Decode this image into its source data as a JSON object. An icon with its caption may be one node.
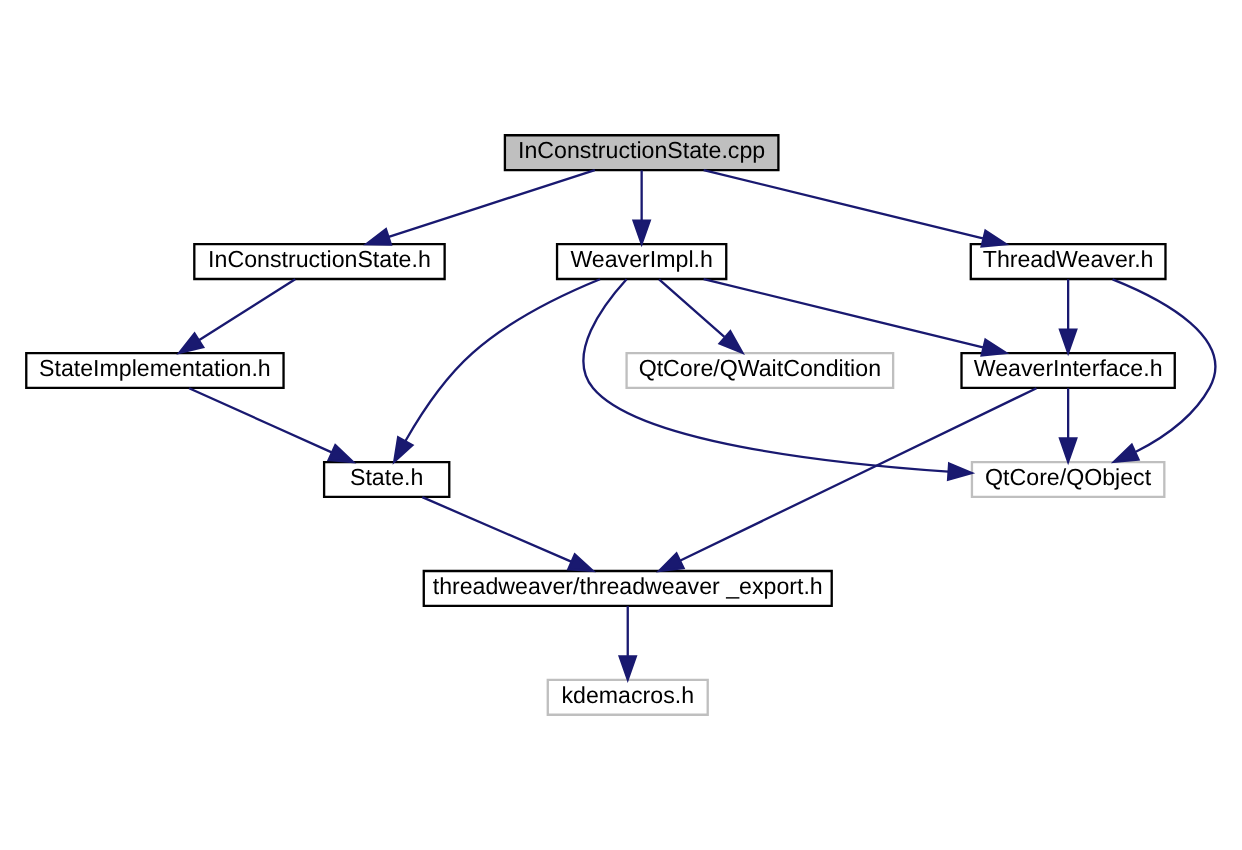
{
  "diagram": {
    "nodes": [
      {
        "text": [
          "InConstructionState.cpp"
        ]
      },
      {
        "text": [
          "ThreadWeaver.h"
        ]
      },
      {
        "text": [
          "WeaverImpl.h"
        ]
      },
      {
        "text": [
          "InConstructionState.h"
        ]
      },
      {
        "text": [
          "WeaverInterface.h"
        ]
      },
      {
        "text": [
          "QtCore/QWaitCondition"
        ]
      },
      {
        "text": [
          "StateImplementation.h"
        ]
      },
      {
        "text": [
          "QtCore/QObject"
        ]
      },
      {
        "text": [
          "State.h"
        ]
      },
      {
        "text": [
          "threadweaver/threadweaver _export.h"
        ]
      },
      {
        "text": [
          "kdemacros.h"
        ]
      }
    ],
    "edges": [
      {
        "from": 0,
        "to": 1,
        "arrow": "to"
      },
      {
        "from": 0,
        "to": 2,
        "arrow": "to"
      },
      {
        "from": 0,
        "to": 3,
        "arrow": "to"
      },
      {
        "from": 1,
        "to": 4,
        "arrow": "to"
      },
      {
        "from": 1,
        "to": 7,
        "arrow": "to"
      },
      {
        "from": 2,
        "to": 4,
        "arrow": "to"
      },
      {
        "from": 2,
        "to": 7,
        "arrow": "to"
      },
      {
        "from": 2,
        "to": 5,
        "arrow": "to"
      },
      {
        "from": 2,
        "to": 8,
        "arrow": "to"
      },
      {
        "from": 3,
        "to": 6,
        "arrow": "to"
      },
      {
        "from": 4,
        "to": 7,
        "arrow": "to"
      },
      {
        "from": 4,
        "to": 9,
        "arrow": "to"
      },
      {
        "from": 6,
        "to": 8,
        "arrow": "to"
      },
      {
        "from": 8,
        "to": 9,
        "arrow": "to"
      },
      {
        "from": 9,
        "to": 10,
        "arrow": "to"
      }
    ]
  }
}
